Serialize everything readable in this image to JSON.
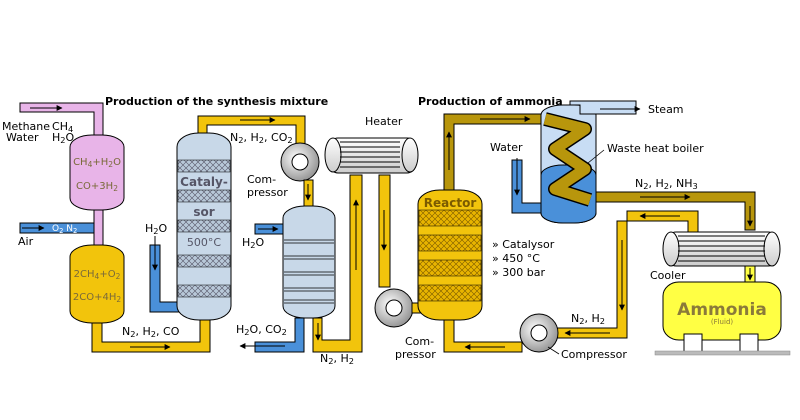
{
  "headers": {
    "synthesis": "Production of the synthesis mixture",
    "ammonia": "Production of ammonia"
  },
  "labels": {
    "methane": "Methane",
    "ch4": "CH4",
    "water_left": "Water",
    "h2o_left": "H2O",
    "air": "Air",
    "o2n2": "O2 N2",
    "reformer_top_1": "CH4+H2O",
    "reformer_top_2": "CO+3H2",
    "reformer_bot_1": "2CH4+O2",
    "reformer_bot_2": "2CO+4H2",
    "catalysor_1": "Cataly-",
    "catalysor_2": "sor",
    "catalysor_temp": "500°C",
    "h2o_cat": "H2O",
    "n2h2co": "N2, H2, CO",
    "n2h2co2": "N2, H2, CO2",
    "compressor1_1": "Com-",
    "compressor1_2": "pressor",
    "h2o_scrub": "H2O",
    "h2o_co2": "H2O, CO2",
    "n2h2_bottom": "N2, H2",
    "heater": "Heater",
    "compressor2_1": "Com-",
    "compressor2_2": "pressor",
    "reactor": "Reactor",
    "catalysor_spec": "» Catalysor",
    "temp_spec": "» 450 °C",
    "pressure_spec": "» 300 bar",
    "water_right": "Water",
    "steam": "Steam",
    "waste_heat_boiler": "Waste heat boiler",
    "n2h2nh3": "N2, H2, NH3",
    "cooler": "Cooler",
    "n2h2_right": "N2, H2",
    "compressor3": "Compressor",
    "ammonia": "Ammonia",
    "fluid": "(Fluid)"
  },
  "colors": {
    "pipe_yellow": "#f2c40c",
    "pipe_blue": "#4a90d9",
    "pipe_pink": "#e8b4e8",
    "pipe_olive": "#b8960c",
    "vessel_blue": "#c8d8e8",
    "ammonia_tank": "#ffff44"
  }
}
